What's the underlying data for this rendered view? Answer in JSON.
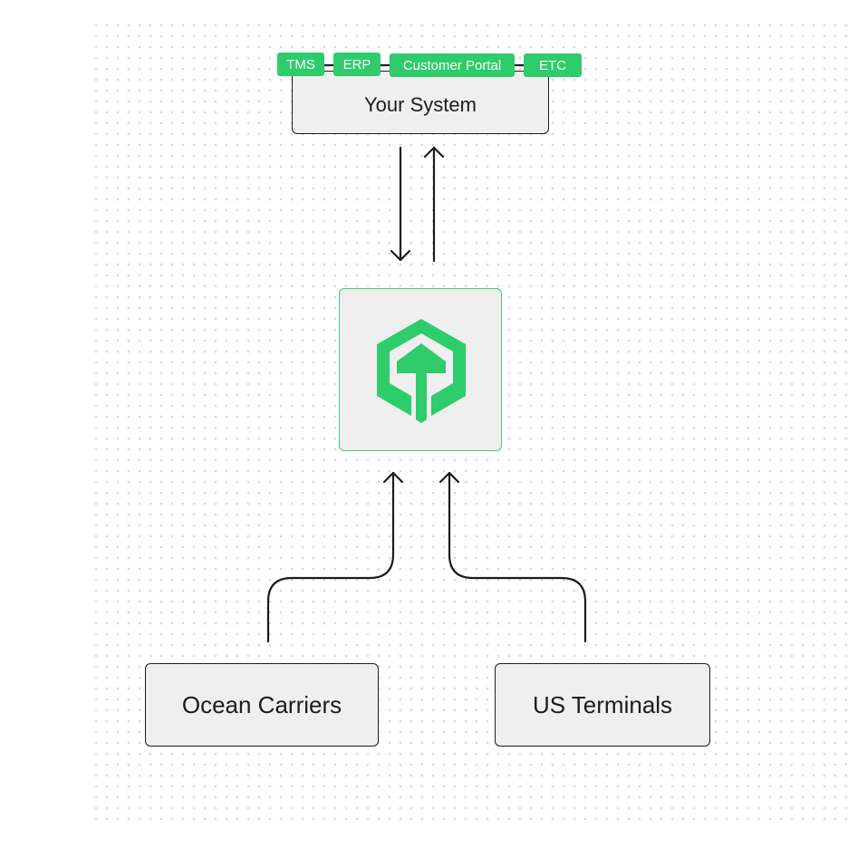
{
  "system": {
    "title": "Your System",
    "tags": [
      "TMS",
      "ERP",
      "Customer Portal",
      "ETC"
    ]
  },
  "hub": {
    "logo_icon": "hexagon-t-logo-icon"
  },
  "sources": {
    "ocean_carriers": "Ocean Carriers",
    "us_terminals": "US Terminals"
  },
  "colors": {
    "accent": "#2ecc6a",
    "box_fill": "#efefef",
    "stroke": "#1c1c1c"
  }
}
